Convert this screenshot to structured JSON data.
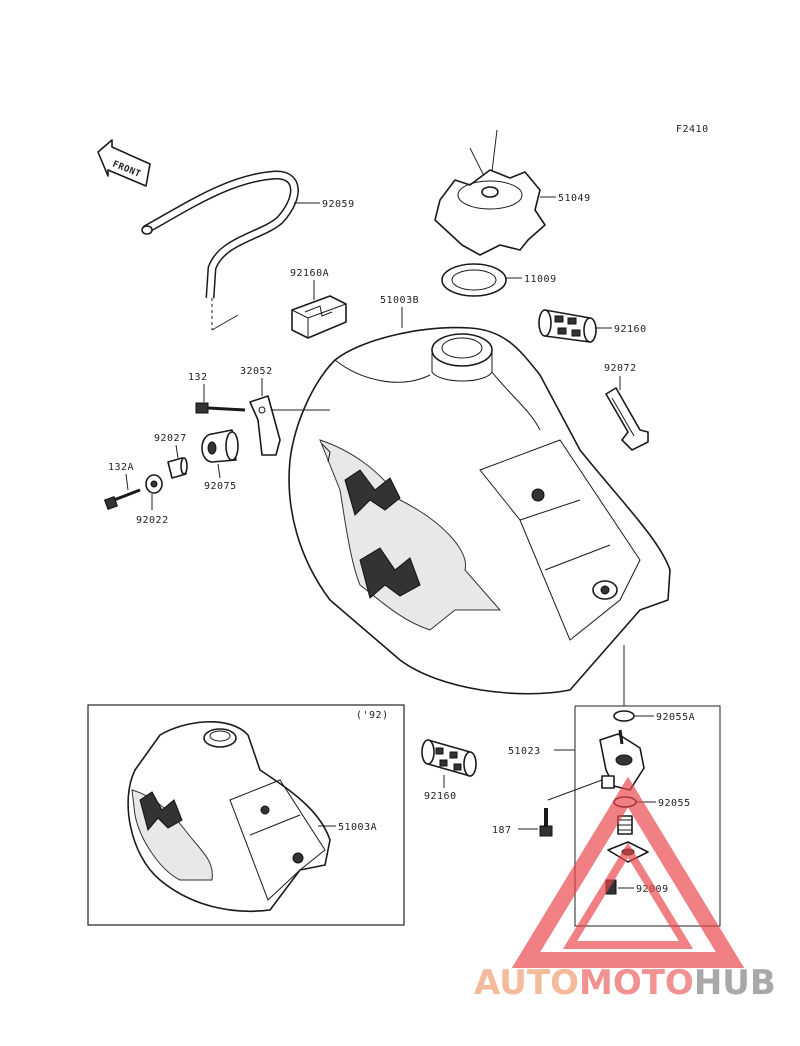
{
  "diagram": {
    "ref_code": "F2410",
    "front_label": "FRONT",
    "inset_year": "('92)",
    "parts": {
      "p92059": "92059",
      "p51049": "51049",
      "p11009": "11009",
      "p92160a": "92160A",
      "p51003b": "51003B",
      "p92160_top": "92160",
      "p92072": "92072",
      "p132": "132",
      "p32052": "32052",
      "p92027": "92027",
      "p132a": "132A",
      "p92075": "92075",
      "p92022": "92022",
      "p92055a": "92055A",
      "p51023": "51023",
      "p92160_mid": "92160",
      "p92055": "92055",
      "p187": "187",
      "p51003a": "51003A",
      "p92009": "92009"
    }
  },
  "watermark": {
    "auto": "AUTO",
    "moto": "MOTO",
    "hub": "HUB",
    "colors": {
      "auto": "#f2b08a",
      "moto": "#ee7f7f",
      "hub": "#9a9a9a",
      "triangle": "#e8454a"
    }
  }
}
